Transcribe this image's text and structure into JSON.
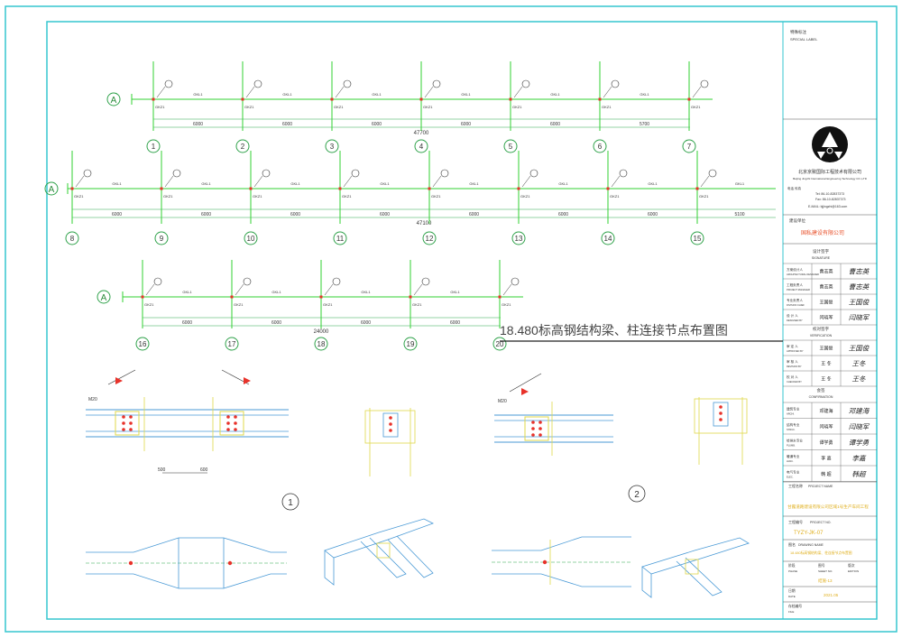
{
  "drawing_title": "18.480标高钢结构梁、柱连接节点布置图",
  "axis_label_a": "A",
  "row1": {
    "grid_labels": [
      "1",
      "2",
      "3",
      "4",
      "5",
      "6",
      "7"
    ],
    "spans": [
      "6000",
      "6000",
      "6000",
      "6000",
      "6000",
      "5700"
    ],
    "total": "47700"
  },
  "row2": {
    "grid_labels": [
      "8",
      "9",
      "10",
      "11",
      "12",
      "13",
      "14",
      "15"
    ],
    "spans": [
      "6000",
      "6000",
      "6000",
      "6000",
      "6000",
      "6000",
      "6000",
      "5100"
    ],
    "total": "47100"
  },
  "row3": {
    "grid_labels": [
      "16",
      "17",
      "18",
      "19",
      "20"
    ],
    "spans": [
      "6000",
      "6000",
      "6000",
      "6000"
    ],
    "total": "24000"
  },
  "member_labels": {
    "beam": "GKL1",
    "column": "GKZ1"
  },
  "detail_labels": [
    "1",
    "2"
  ],
  "detail_notes": {
    "bolt": "M20",
    "dim_a": "500",
    "dim_b": "600"
  },
  "title_block": {
    "special_label_cn": "特殊标注",
    "special_label_en": "SPECIAL LABEL",
    "company_cn": "北京京致国际工程技术有限公司",
    "company_en": "Beijing Jingzhi International Engineering Technology CO.,LTD",
    "phone_cn": "电话 传真",
    "phone1": "Tel: 86-10-82837373",
    "phone2": "Fax: 86-10-82837373",
    "email": "E-MAIL: bjjingzhi@163.com",
    "client_cn": "建设单位",
    "client_name": "国私建设有限公司",
    "design_sign_cn": "设计签字",
    "design_sign_en": "SIGNATURE",
    "verify_cn": "校对签字",
    "verify_en": "VERIFICATION",
    "consult_cn": "会签",
    "consult_en": "CONFIRMATION",
    "design_roles": [
      {
        "cn": "方案设计人",
        "en": "ARCHITECTURAL DESIGNER",
        "name": "曹志英",
        "sig": "曹志英"
      },
      {
        "cn": "工程负责人",
        "en": "PROJECT MANAGER",
        "name": "曹志英",
        "sig": "曹志英"
      },
      {
        "cn": "专业负责人",
        "en": "DIVISION CHIEF",
        "name": "王国俊",
        "sig": "王国俊"
      },
      {
        "cn": "设 计 人",
        "en": "DESIGNED BY",
        "name": "闫晓军",
        "sig": "闫晓军"
      }
    ],
    "verify_roles": [
      {
        "cn": "审 定 人",
        "en": "APPROVED BY",
        "name": "王国俊",
        "sig": "王国俊"
      },
      {
        "cn": "审 核 人",
        "en": "REVISION BY",
        "name": "王 冬",
        "sig": "王冬"
      },
      {
        "cn": "校 对 人",
        "en": "CHECKED BY",
        "name": "王 冬",
        "sig": "王冬"
      }
    ],
    "consult_roles": [
      {
        "cn": "建筑专业",
        "en": "ARCHI.",
        "name": "邓建海",
        "sig": "邓建海"
      },
      {
        "cn": "结构专业",
        "en": "STRUC.",
        "name": "闫晓军",
        "sig": "闫晓军"
      },
      {
        "cn": "给排水专业",
        "en": "PLUMB.",
        "name": "谭学勇",
        "sig": "谭学勇"
      },
      {
        "cn": "暖通专业",
        "en": "HVAC.",
        "name": "李 嘉",
        "sig": "李嘉"
      },
      {
        "cn": "电气专业",
        "en": "ELEC.",
        "name": "韩 超",
        "sig": "韩超"
      }
    ],
    "project_cn": "工程名称",
    "project_en": "PROJECT NAME",
    "project_name": "甘露道路建设有限公司区域1号生产车间工程",
    "project_no_cn": "工程编号",
    "project_no_en": "PROJECT NO.",
    "project_no": "TYZY-JK-07",
    "drawing_name_cn": "图名",
    "drawing_name_en": "DRAWING NAME",
    "drawing_name": "18.480标高钢结构梁、柱连接节点布置图",
    "phase_cn": "阶段",
    "phase_en": "PHASE",
    "sheet_cn": "图号",
    "sheet_en": "SHEET NO.",
    "edition_cn": "版次",
    "edition_en": "EDITION",
    "sheet_no": "结施-13",
    "date_cn": "日期",
    "date_en": "DATE",
    "date": "2021.05",
    "file_cn": "存档编号",
    "file_en": "FILE"
  },
  "colors": {
    "frame": "#35c6cf",
    "grid_line": "#32d232",
    "bubble": "#2fa24a",
    "dimension": "#2aa84a",
    "text": "#333333",
    "bolt": "#e8322a",
    "steel": "#4a9ad6",
    "plate": "#e0d84a",
    "title_block_line": "#555555",
    "client_name": "#e8502a",
    "project_name": "#e0b020"
  }
}
